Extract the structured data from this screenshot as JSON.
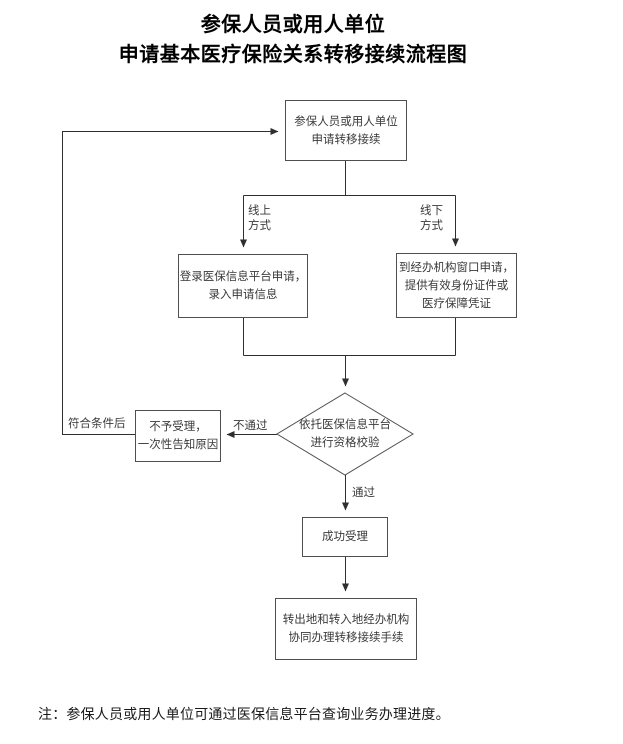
{
  "title": {
    "line1": "参保人员或用人单位",
    "line2": "申请基本医疗保险关系转移接续流程图"
  },
  "flowchart": {
    "nodes": {
      "apply": {
        "text": "参保人员或用人单位\n申请转移接续"
      },
      "online_channel": {
        "text": "登录医保信息平台申请，\n录入申请信息"
      },
      "offline_channel": {
        "text": "到经办机构窗口申请，\n提供有效身份证件或\n医疗保障凭证"
      },
      "verify": {
        "text": "依托医保信息平台\n进行资格校验"
      },
      "reject": {
        "text": "不予受理，\n一次性告知原因"
      },
      "accept": {
        "text": "成功受理"
      },
      "transfer": {
        "text": "转出地和转入地经办机构\n协同办理转移接续手续"
      }
    },
    "edge_labels": {
      "online": "线上\n方式",
      "offline": "线下\n方式",
      "pass": "通过",
      "fail": "不通过",
      "condition_met": "符合条件后"
    }
  },
  "note": "注：参保人员或用人单位可通过医保信息平台查询业务办理进度。",
  "colors": {
    "line": "#2f2f2f",
    "box_border": "#4f4f4f",
    "node_text": "#3a3a3a",
    "title_text": "#000000",
    "bg": "#ffffff"
  }
}
